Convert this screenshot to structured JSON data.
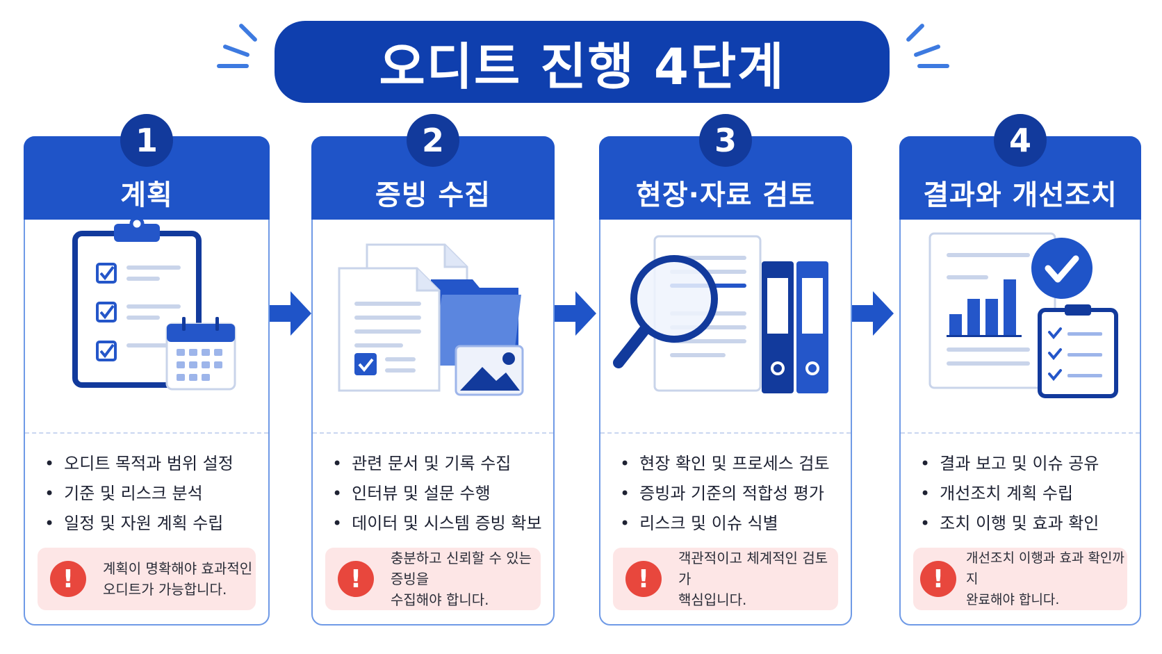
{
  "title": "오디트 진행 4단계",
  "colors": {
    "primary": "#1f54c8",
    "dark": "#0f3fae",
    "warn": "#e8473d",
    "note_bg": "#fde6e6"
  },
  "steps": [
    {
      "number": "1",
      "title": "계획",
      "icon": "clipboard-checklist-calendar-icon",
      "bullets": [
        "오디트 목적과 범위 설정",
        "기준 및 리스크 분석",
        "일정 및 자원 계획 수립"
      ],
      "note": [
        "계획이 명확해야 효과적인",
        "오디트가 가능합니다."
      ]
    },
    {
      "number": "2",
      "title": "증빙 수집",
      "icon": "documents-folder-image-icon",
      "bullets": [
        "관련 문서 및 기록 수집",
        "인터뷰 및 설문 수행",
        "데이터 및 시스템 증빙 확보"
      ],
      "note": [
        "충분하고 신뢰할 수 있는 증빙을",
        "수집해야 합니다."
      ]
    },
    {
      "number": "3",
      "title": "현장·자료 검토",
      "icon": "magnifier-document-binders-icon",
      "bullets": [
        "현장 확인 및 프로세스 검토",
        "증빙과 기준의 적합성 평가",
        "리스크 및 이슈 식별"
      ],
      "note": [
        "객관적이고 체계적인 검토가",
        "핵심입니다."
      ]
    },
    {
      "number": "4",
      "title": "결과와 개선조치",
      "icon": "report-chart-checkmark-icon",
      "bullets": [
        "결과 보고 및 이슈 공유",
        "개선조치 계획 수립",
        "조치 이행 및 효과 확인"
      ],
      "note": [
        "개선조치 이행과 효과 확인까지",
        "완료해야 합니다."
      ]
    }
  ]
}
